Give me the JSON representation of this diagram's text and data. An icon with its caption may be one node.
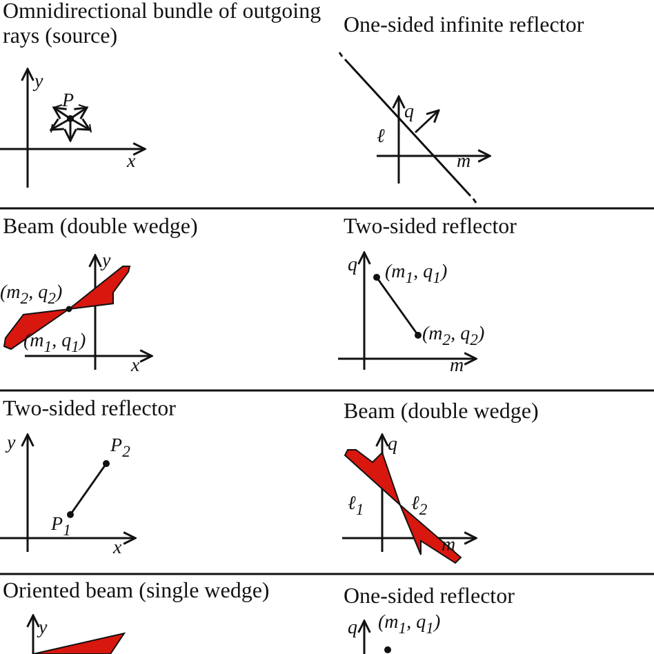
{
  "diagram": {
    "labels": [
      "Omnidirectional bundle of outgoing rays (source)",
      "y",
      "P",
      "x",
      "One-sided infinite reflector",
      "q",
      "ℓ",
      "m",
      "Beam (double wedge)",
      "y",
      "(m$_{2}$, q$_{2}$)",
      "(m$_{1}$, q$_{1}$)",
      "x",
      "Two-sided reflector",
      "q",
      "(m$_{1}$, q$_{1}$)",
      "(m$_{2}$, q$_{2}$)",
      "m",
      "Two-sided reflector",
      "y",
      "P$_{2}$",
      "P$_{1}$",
      "x",
      "Beam (double wedge)",
      "q",
      "ℓ$_{1}$",
      "ℓ$_{2}$",
      "m",
      "Oriented beam (single wedge)",
      "y",
      "One-sided reflector",
      "q",
      "(m$_{1}$, q$_{1}$)"
    ]
  }
}
